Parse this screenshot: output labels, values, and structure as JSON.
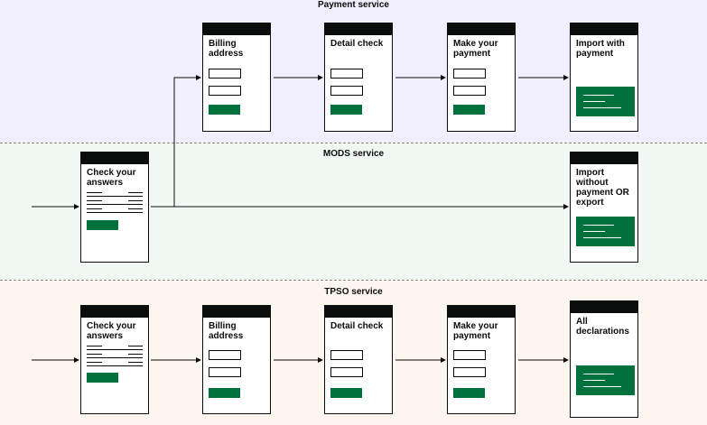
{
  "lanes": {
    "payment": {
      "title": "Payment service",
      "color": "#f1effd"
    },
    "mods": {
      "title": "MODS service",
      "color": "#f1f8f3"
    },
    "tpso": {
      "title": "TPSO service",
      "color": "#fdf6ee"
    }
  },
  "cards": {
    "pay_billing": {
      "title": "Billing address"
    },
    "pay_detail": {
      "title": "Detail check"
    },
    "pay_make": {
      "title": "Make your payment"
    },
    "pay_import": {
      "title": "Import with payment"
    },
    "mods_check": {
      "title": "Check your answers"
    },
    "mods_import": {
      "title": "Import without payment OR export"
    },
    "tpso_check": {
      "title": "Check your answers"
    },
    "tpso_billing": {
      "title": "Billing address"
    },
    "tpso_detail": {
      "title": "Detail check"
    },
    "tpso_make": {
      "title": "Make your payment"
    },
    "tpso_all": {
      "title": "All declarations"
    }
  },
  "colors": {
    "button_green": "#00703c",
    "ink": "#0b0c0c",
    "connector": "#0b0c0c"
  }
}
